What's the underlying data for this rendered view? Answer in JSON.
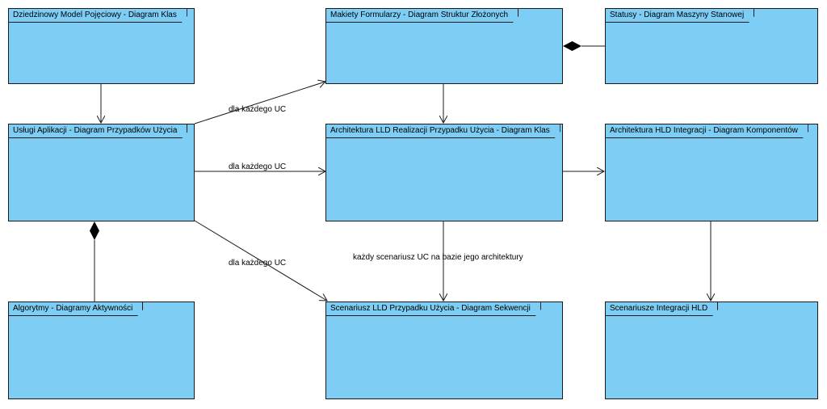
{
  "frames": {
    "domain_model": "Dziedzinowy Model Pojęciowy - Diagram Klas",
    "form_mockups": "Makiety Formularzy - Diagram Struktur Złożonych",
    "statuses": "Statusy - Diagram Maszyny Stanowej",
    "app_services": "Usługi Aplikacji - Diagram Przypadków Użycia",
    "lld_architecture": "Architektura LLD Realizacji Przypadku Użycia - Diagram Klas",
    "hld_integration": "Architektura HLD Integracji - Diagram Komponentów",
    "algorithms": "Algorytmy - Diagramy Aktywności",
    "lld_scenario": "Scenariusz LLD Przypadku Użycia - Diagram Sekwencji",
    "integration_scenarios": "Scenariusze Integracji HLD"
  },
  "labels": {
    "for_each_uc_top": "dla każdego UC",
    "for_each_uc_mid": "dla każdego UC",
    "for_each_uc_bottom": "dla każdego UC",
    "each_scenario": "każdy scenariusz UC na bazie jego architektury"
  },
  "colors": {
    "frame_fill": "#7ecdf4",
    "frame_border": "#1a1a1a"
  }
}
